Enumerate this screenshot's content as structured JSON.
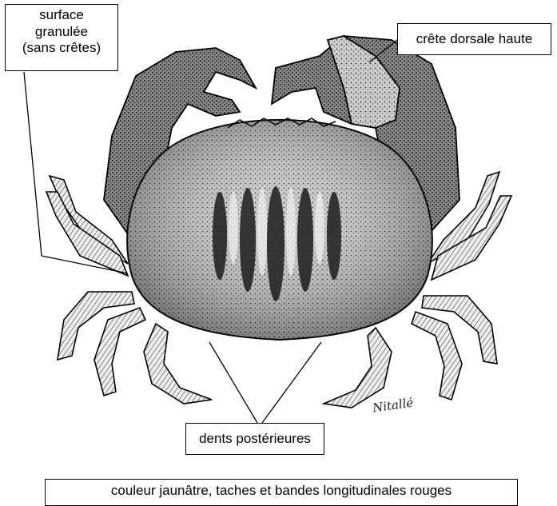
{
  "labels": {
    "surface": [
      "surface",
      "granulée",
      "(sans crêtes)"
    ],
    "crete": "crête dorsale haute",
    "dents": "dents postérieures",
    "couleur": "couleur jaunâtre, taches et bandes longitudinales rouges"
  },
  "signature": "Nitallé",
  "colors": {
    "ink": "#000000",
    "shell_light": "#cfcfcf",
    "shell_dark": "#2a2a2a",
    "background": "#ffffff"
  }
}
